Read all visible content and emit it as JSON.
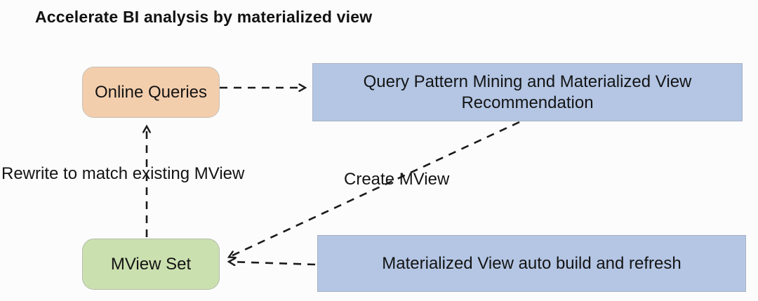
{
  "title": "Accelerate BI analysis by materialized view",
  "diagram": {
    "nodes": [
      {
        "id": "online-queries",
        "label": "Online Queries",
        "shape": "rounded-rect",
        "fill": "#f3cead"
      },
      {
        "id": "query-pattern-mining",
        "label": "Query Pattern Mining and Materialized View Recommendation",
        "shape": "rect",
        "fill": "#b4c6e4"
      },
      {
        "id": "mview-set",
        "label": "MView Set",
        "shape": "rounded-rect",
        "fill": "#cbe0af"
      },
      {
        "id": "mview-auto-build",
        "label": "Materialized View auto build and refresh",
        "shape": "rect",
        "fill": "#b4c6e4"
      }
    ],
    "edges": [
      {
        "from": "online-queries",
        "to": "query-pattern-mining",
        "style": "dashed-arrow",
        "label": ""
      },
      {
        "from": "mview-set",
        "to": "online-queries",
        "style": "dashed-arrow",
        "label": "Rewrite to match existing MView"
      },
      {
        "from": "query-pattern-mining",
        "to": "mview-set",
        "style": "dashed-arrow",
        "label": "Create MView"
      },
      {
        "from": "mview-auto-build",
        "to": "mview-set",
        "style": "dashed-arrow",
        "label": ""
      }
    ]
  },
  "colors": {
    "background": "#fcfcfc",
    "node_peach": "#f3cead",
    "node_blue": "#b4c6e4",
    "node_green": "#cbe0af",
    "arrow": "#1a1a1a",
    "text": "#141414"
  }
}
